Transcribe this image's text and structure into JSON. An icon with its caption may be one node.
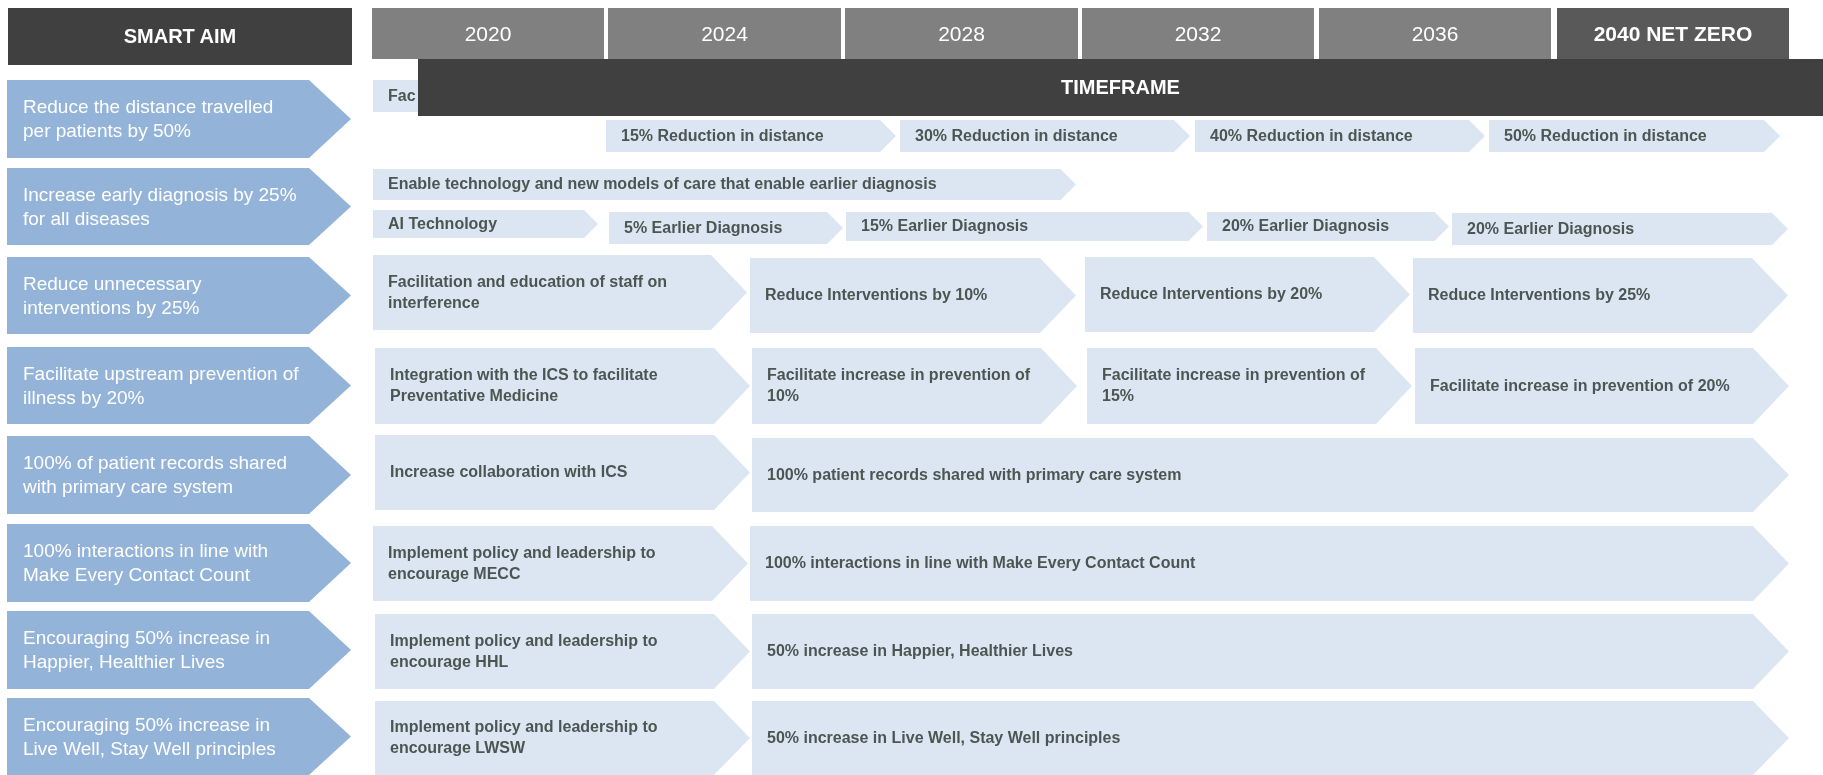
{
  "diagram": {
    "nodes": [
      {
        "text": [
          "SMART AIM"
        ]
      },
      {
        "text": [
          "2020"
        ]
      },
      {
        "text": [
          "2024"
        ]
      },
      {
        "text": [
          "2028"
        ]
      },
      {
        "text": [
          "2032"
        ]
      },
      {
        "text": [
          "2036"
        ]
      },
      {
        "text": [
          "2040 NET ZERO"
        ]
      },
      {
        "text": [
          "TIMEFRAME"
        ]
      },
      {
        "text": [
          "Reduce the distance travelled per patients by 50%"
        ]
      },
      {
        "text": [
          "Fac"
        ]
      },
      {
        "text": [
          "15% Reduction in distance"
        ]
      },
      {
        "text": [
          "30% Reduction in distance"
        ]
      },
      {
        "text": [
          "40% Reduction in distance"
        ]
      },
      {
        "text": [
          "50% Reduction in distance"
        ]
      },
      {
        "text": [
          "Increase early diagnosis by 25% for all diseases"
        ]
      },
      {
        "text": [
          "Enable technology and new models of care that enable earlier diagnosis"
        ]
      },
      {
        "text": [
          "AI Technology"
        ]
      },
      {
        "text": [
          "5% Earlier Diagnosis"
        ]
      },
      {
        "text": [
          "15% Earlier Diagnosis"
        ]
      },
      {
        "text": [
          "20% Earlier Diagnosis"
        ]
      },
      {
        "text": [
          "20% Earlier Diagnosis"
        ]
      },
      {
        "text": [
          "Reduce unnecessary interventions by 25%"
        ]
      },
      {
        "text": [
          "Facilitation and education of staff on interference"
        ]
      },
      {
        "text": [
          "Reduce Interventions by 10%"
        ]
      },
      {
        "text": [
          "Reduce Interventions by 20%"
        ]
      },
      {
        "text": [
          "Reduce Interventions by 25%"
        ]
      },
      {
        "text": [
          "Facilitate upstream prevention of illness by 20%"
        ]
      },
      {
        "text": [
          "Integration with the ICS to facilitate Preventative Medicine"
        ]
      },
      {
        "text": [
          "Facilitate increase in prevention of 10%"
        ]
      },
      {
        "text": [
          "Facilitate increase in prevention of 15%"
        ]
      },
      {
        "text": [
          "Facilitate increase in prevention of 20%"
        ]
      },
      {
        "text": [
          "100% of patient records shared with primary care system"
        ]
      },
      {
        "text": [
          "Increase collaboration with ICS"
        ]
      },
      {
        "text": [
          "100% patient records shared with primary care system"
        ]
      },
      {
        "text": [
          "100% interactions in line with Make Every Contact Count"
        ]
      },
      {
        "text": [
          "Implement policy and leadership to encourage MECC"
        ]
      },
      {
        "text": [
          "100% interactions in line with Make Every Contact Count"
        ]
      },
      {
        "text": [
          "Encouraging 50% increase in Happier, Healthier Lives"
        ]
      },
      {
        "text": [
          "Implement policy and leadership to encourage HHL"
        ]
      },
      {
        "text": [
          "50% increase in Happier, Healthier Lives"
        ]
      },
      {
        "text": [
          "Encouraging 50% increase in Live Well, Stay Well principles"
        ]
      },
      {
        "text": [
          "Implement policy and leadership to encourage LWSW"
        ]
      },
      {
        "text": [
          "50% increase in Live Well, Stay Well principles"
        ]
      }
    ]
  }
}
